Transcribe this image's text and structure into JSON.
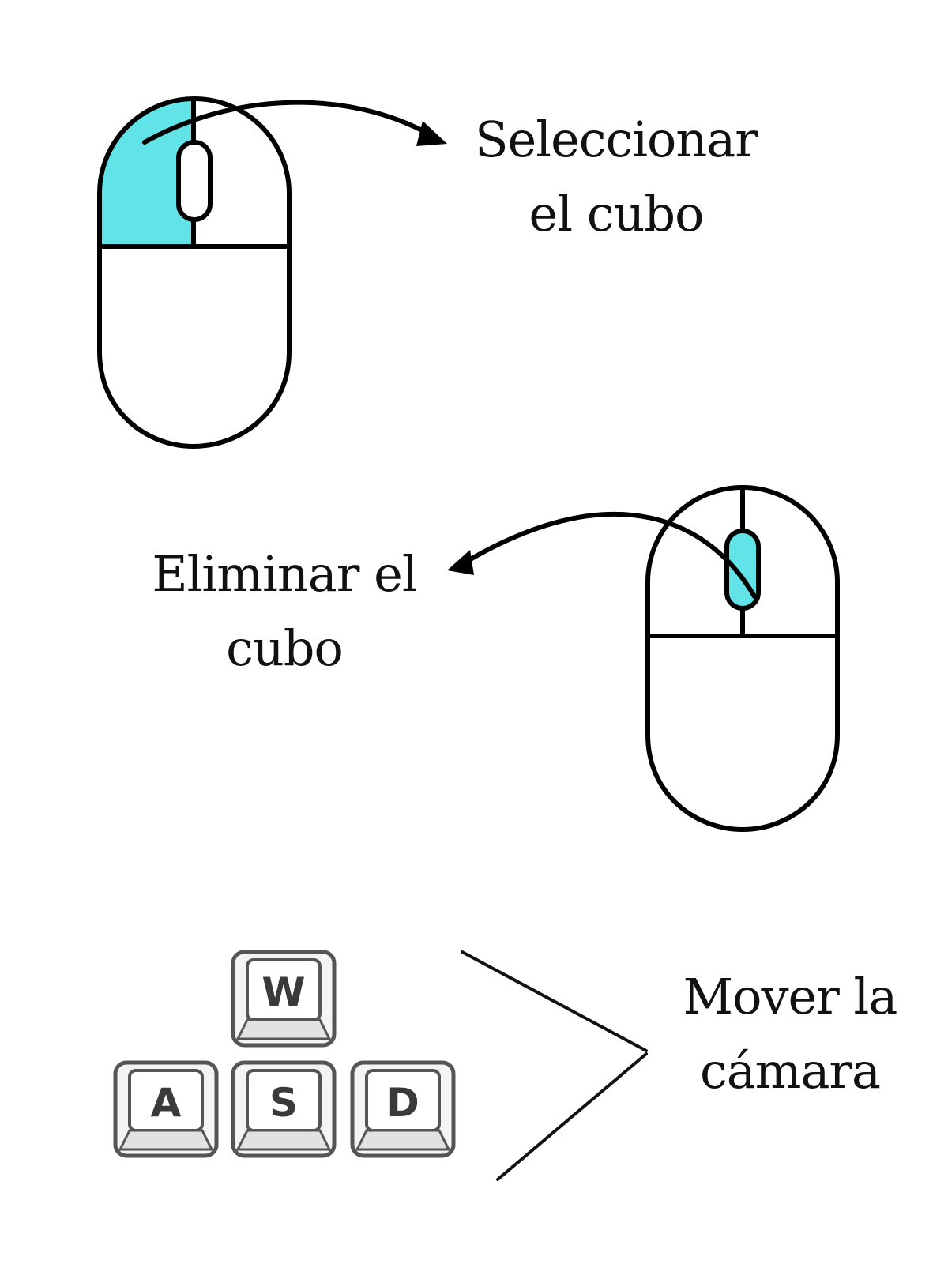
{
  "mouse_actions": [
    {
      "id": "select",
      "highlighted_part": "left-button",
      "label_lines": [
        "Seleccionar",
        "el cubo"
      ]
    },
    {
      "id": "delete",
      "highlighted_part": "scroll-wheel",
      "label_lines": [
        "Eliminar el",
        "cubo"
      ]
    }
  ],
  "keyboard_action": {
    "keys": [
      "W",
      "A",
      "S",
      "D"
    ],
    "label_lines": [
      "Mover la",
      "cámara"
    ]
  },
  "colors": {
    "highlight": "#62e3e8",
    "outline": "#000000",
    "key_face": "#f4f4f4",
    "key_outline": "#555555",
    "background": "#ffffff"
  },
  "icons": [
    "mouse-icon",
    "curved-arrow-icon",
    "bracket-arrow-icon",
    "keycap-icon"
  ]
}
